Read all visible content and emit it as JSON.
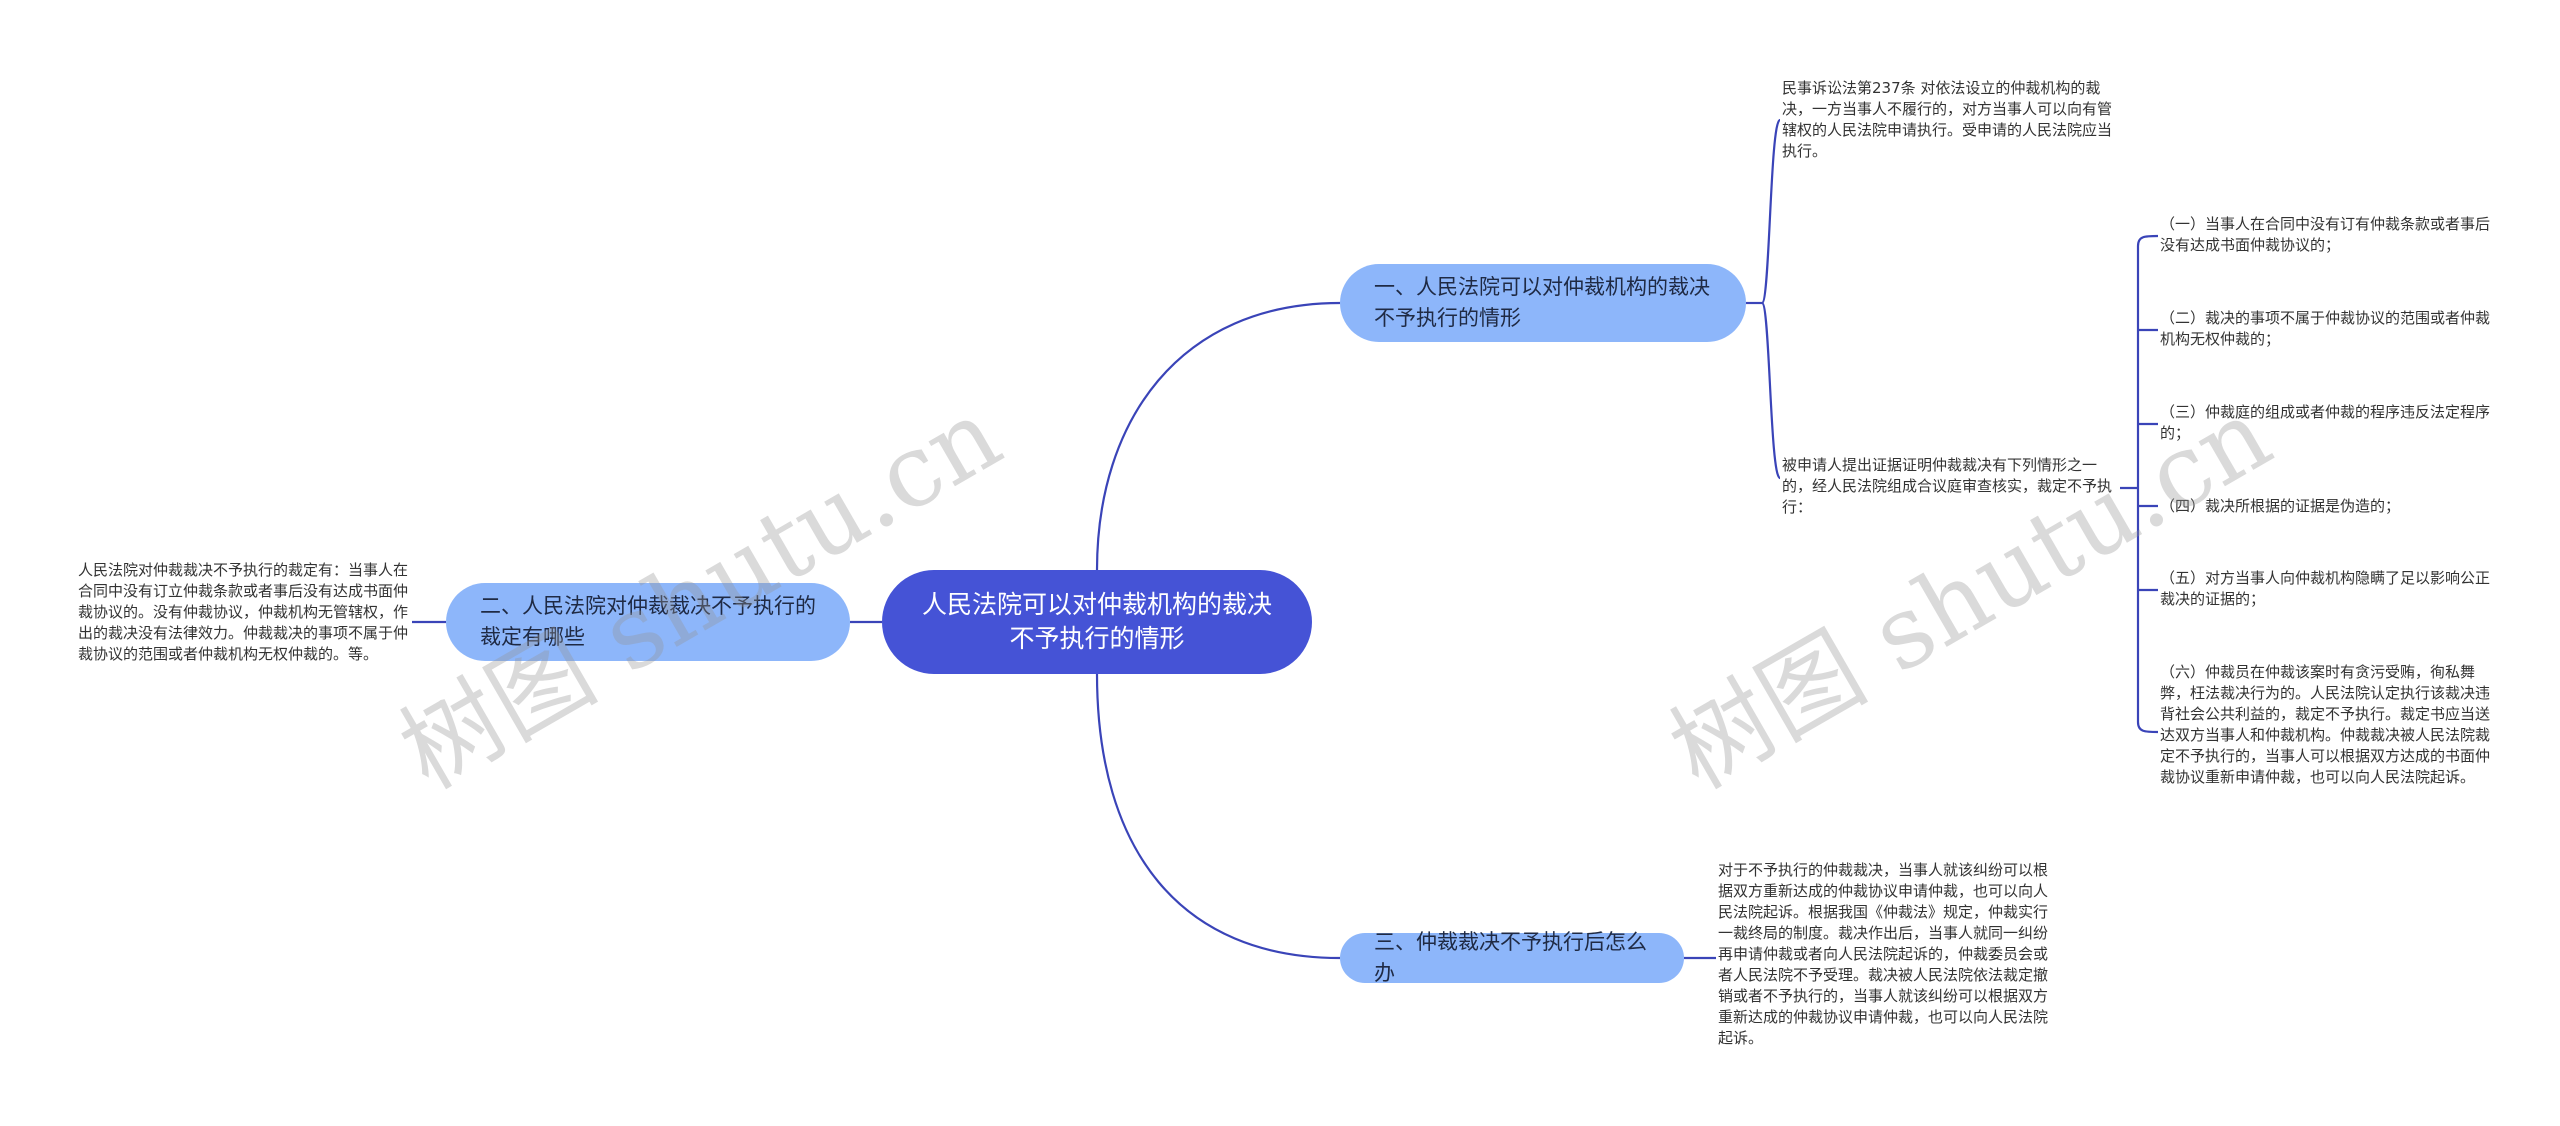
{
  "center": {
    "text": "人民法院可以对仲裁机构的裁决不予执行的情形"
  },
  "branches": [
    {
      "text": "一、人民法院可以对仲裁机构的裁决不予执行的情形"
    },
    {
      "text": "二、人民法院对仲裁裁决不予执行的裁定有哪些"
    },
    {
      "text": "三、仲裁裁决不予执行后怎么办"
    }
  ],
  "leaves": {
    "b1_a": "民事诉讼法第237条  对依法设立的仲裁机构的裁决，一方当事人不履行的，对方当事人可以向有管辖权的人民法院申请执行。受申请的人民法院应当执行。",
    "b1_b": "被申请人提出证据证明仲裁裁决有下列情形之一的，经人民法院组成合议庭审查核实，裁定不予执行：",
    "b1_b_children": [
      "（一）当事人在合同中没有订有仲裁条款或者事后没有达成书面仲裁协议的；",
      "（二）裁决的事项不属于仲裁协议的范围或者仲裁机构无权仲裁的；",
      "（三）仲裁庭的组成或者仲裁的程序违反法定程序的；",
      "（四）裁决所根据的证据是伪造的；",
      "（五）对方当事人向仲裁机构隐瞒了足以影响公正裁决的证据的；",
      "（六）仲裁员在仲裁该案时有贪污受贿，徇私舞弊，枉法裁决行为的。人民法院认定执行该裁决违背社会公共利益的，裁定不予执行。裁定书应当送达双方当事人和仲裁机构。仲裁裁决被人民法院裁定不予执行的，当事人可以根据双方达成的书面仲裁协议重新申请仲裁，也可以向人民法院起诉。"
    ],
    "b2": "人民法院对仲裁裁决不予执行的裁定有：当事人在合同中没有订立仲裁条款或者事后没有达成书面仲裁协议的。没有仲裁协议，仲裁机构无管辖权，作出的裁决没有法律效力。仲裁裁决的事项不属于仲裁协议的范围或者仲裁机构无权仲裁的。等。",
    "b3": "对于不予执行的仲裁裁决，当事人就该纠纷可以根据双方重新达成的仲裁协议申请仲裁，也可以向人民法院起诉。根据我国《仲裁法》规定，仲裁实行一裁终局的制度。裁决作出后，当事人就同一纠纷再申请仲裁或者向人民法院起诉的，仲裁委员会或者人民法院不予受理。裁决被人民法院依法裁定撤销或者不予执行的，当事人就该纠纷可以根据双方重新达成的仲裁协议申请仲裁，也可以向人民法院起诉。"
  },
  "watermark": "树图 shutu.cn",
  "colors": {
    "center": "#4553d6",
    "branch": "#8db6fa",
    "line": "#3a44b8"
  }
}
